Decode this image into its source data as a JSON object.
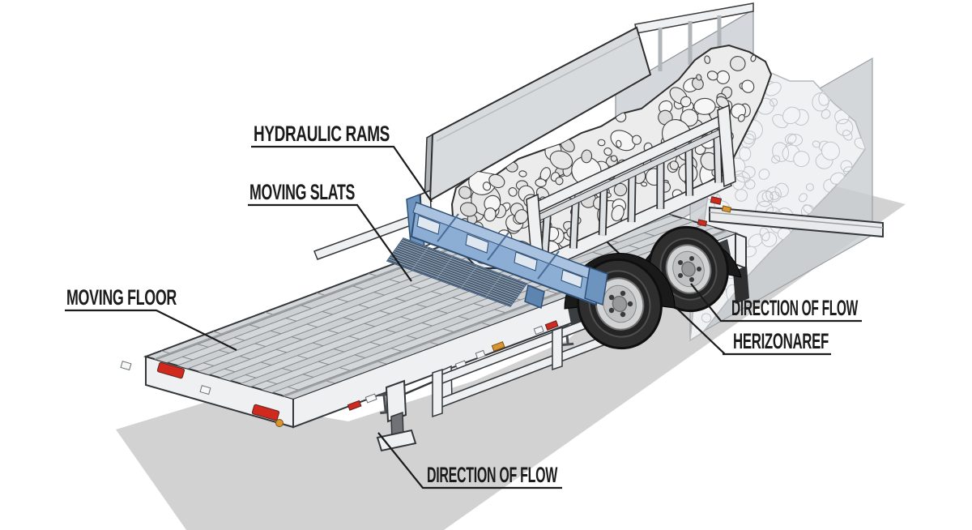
{
  "diagram": {
    "type": "technical-illustration",
    "subject": "Walking floor trailer unloading gravel",
    "callouts": [
      {
        "id": "hydraulic-rams",
        "label": "HYDRAULIC RAMS",
        "points_to": "blue hydraulic ram assembly"
      },
      {
        "id": "moving-slats",
        "label": "MOVING SLATS",
        "points_to": "slatted deck mechanism"
      },
      {
        "id": "moving-floor",
        "label": "MOVING FLOOR",
        "points_to": "trailer deck floor"
      },
      {
        "id": "direction-of-flow-right",
        "label": "DIRECTION OF FLOW",
        "points_to": "rear wheel area"
      },
      {
        "id": "herizonaref",
        "label": "HERIZONAREF",
        "points_to": "trailer side frame"
      },
      {
        "id": "direction-of-flow-bottom",
        "label": "DIRECTION OF FLOW",
        "points_to": "landing gear area"
      }
    ],
    "colors": {
      "background": "#ffffff",
      "label_ink": "#1b1b1b",
      "outline": "#2e2e2e",
      "shadow": "#d2d2d2",
      "ghost_plane": "#ced2d6",
      "panel": "#d8dbde",
      "deck": "#d4d7d9",
      "body_light": "#eef0f1",
      "ram_blue": "#8cadd4",
      "ram_blue_dark": "#5e84b0",
      "ram_outline": "#2f4f75",
      "mesh": "#46596e",
      "tire": "#2e2e2e",
      "rim": "#d2d3d4",
      "fender": "#1a1a1a",
      "marker_red": "#cf2a1d",
      "marker_amber": "#d9952f"
    }
  }
}
